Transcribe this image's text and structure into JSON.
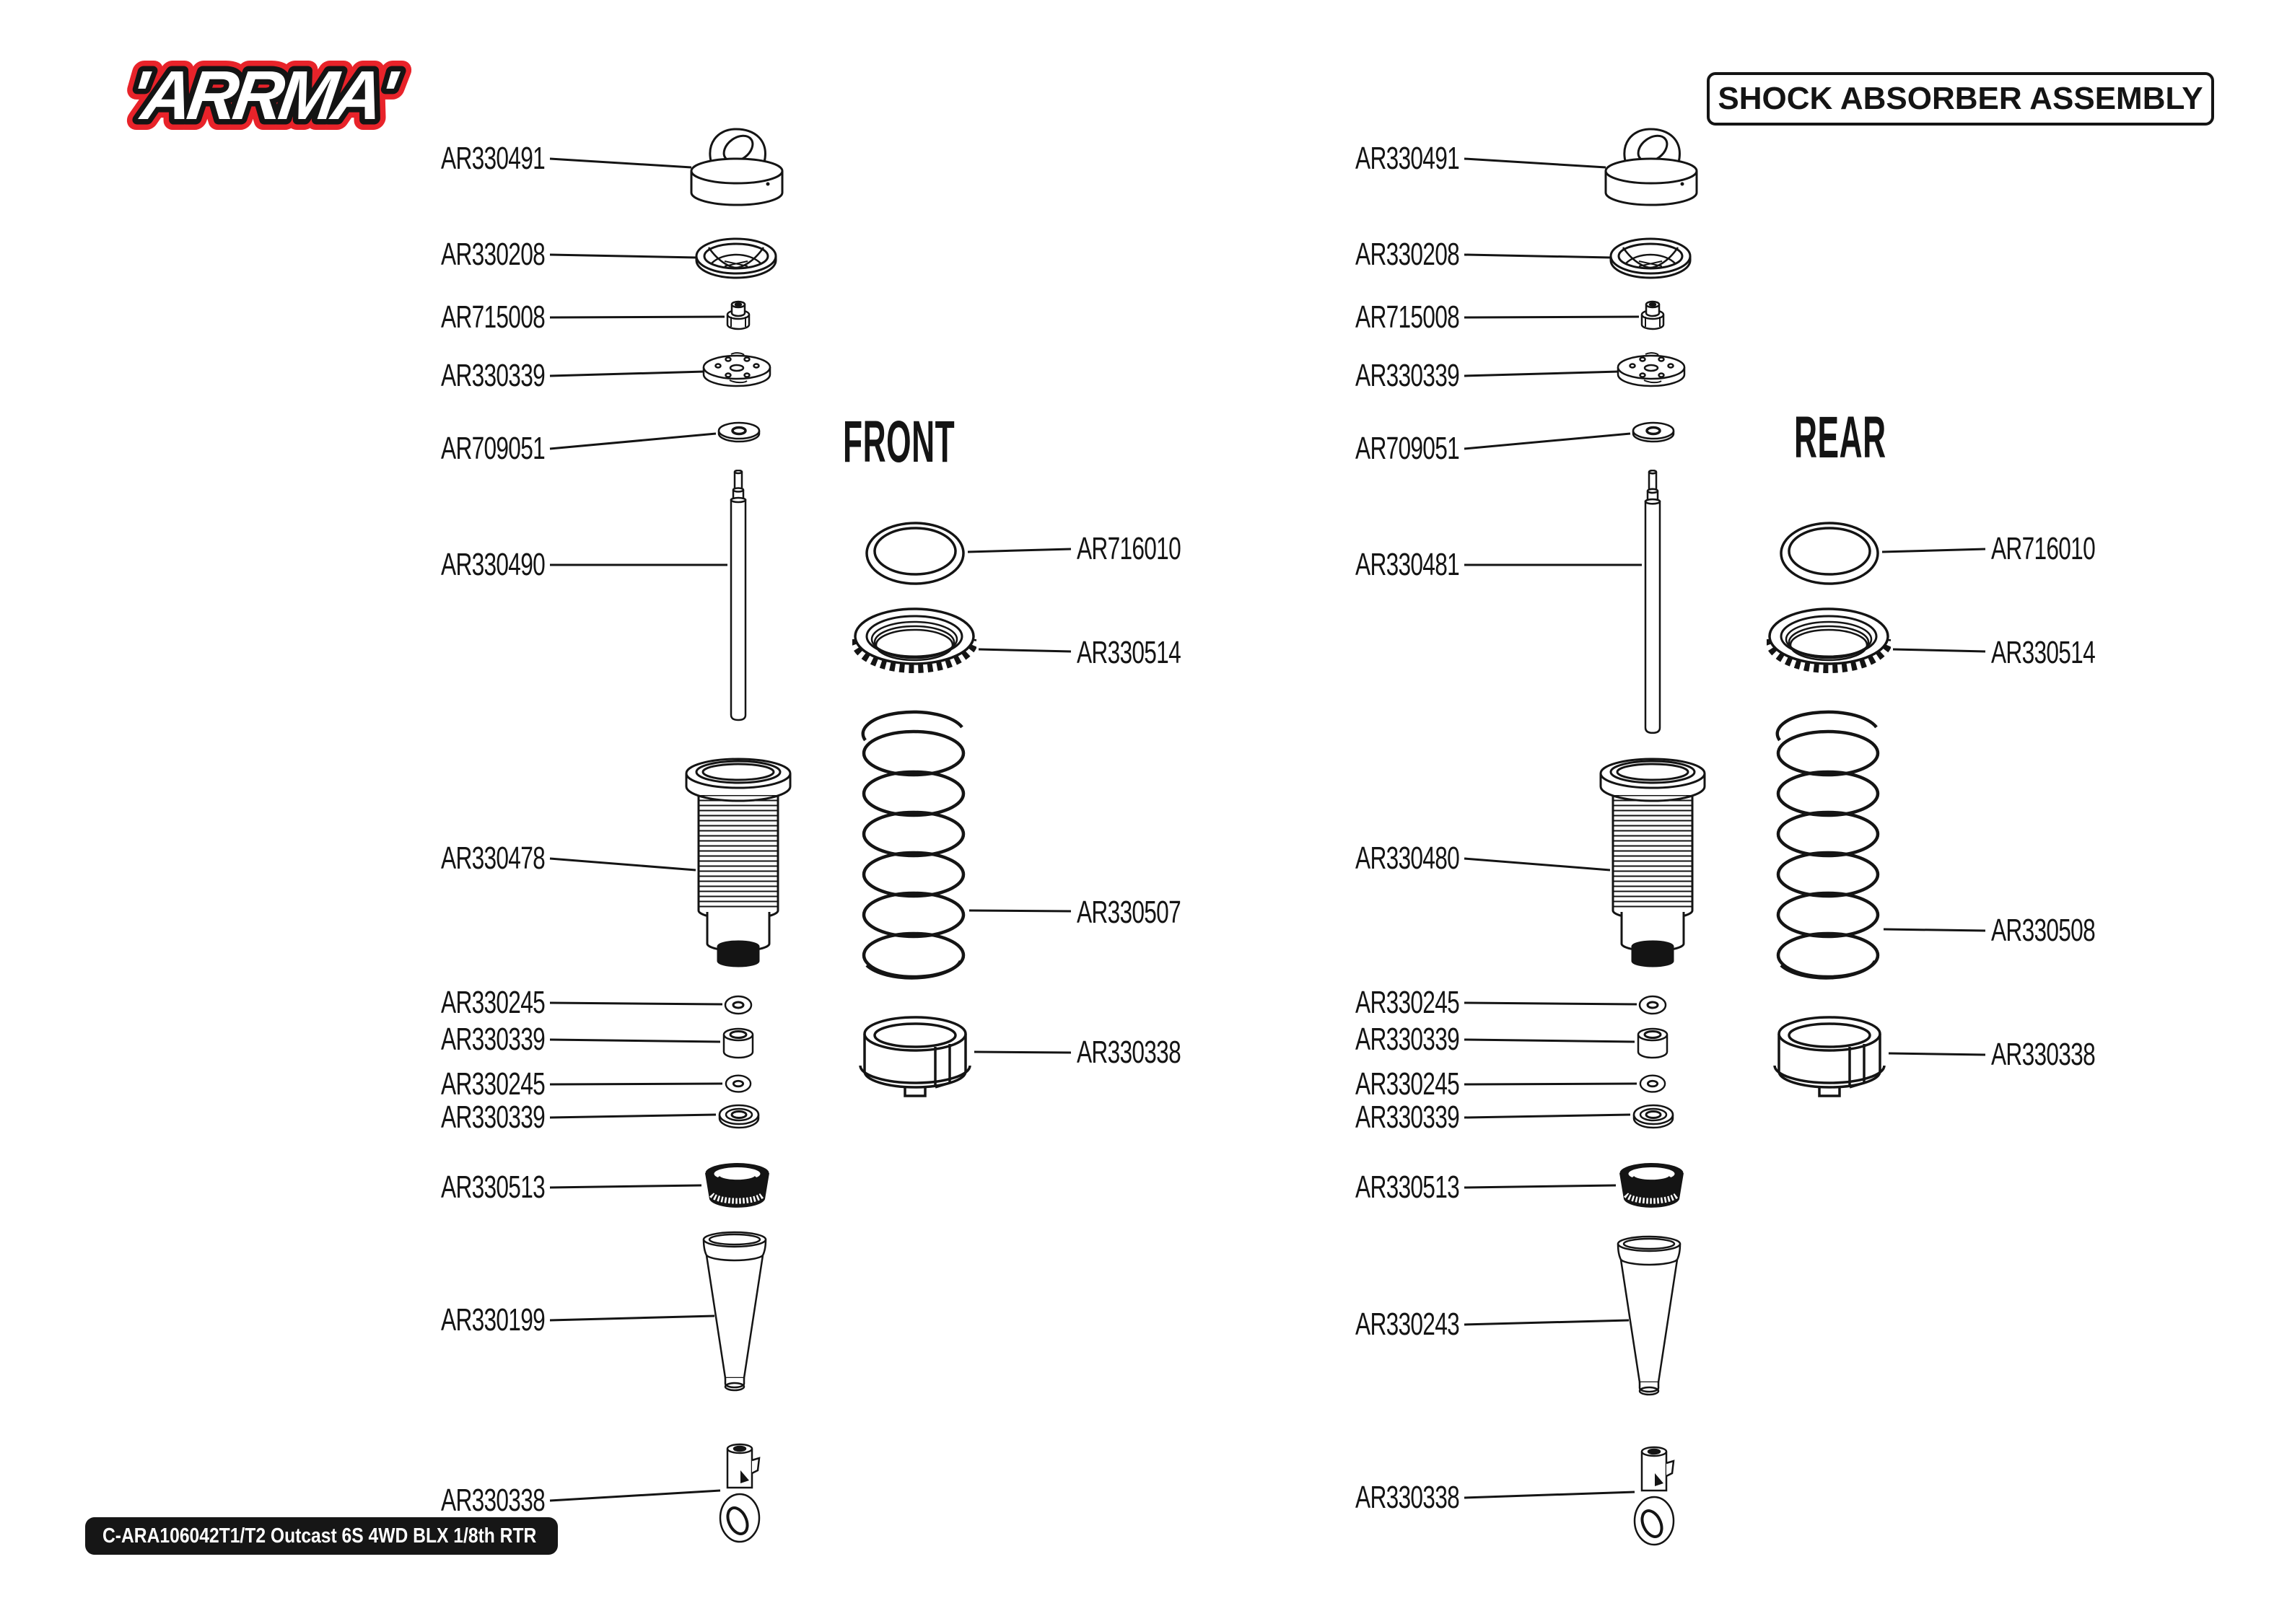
{
  "header": {
    "logo_text": "'ARRMA'",
    "title": "SHOCK ABSORBER ASSEMBLY"
  },
  "colors": {
    "ink": "#141414",
    "logo_red": "#e8232a",
    "badge_bg": "#161616"
  },
  "diagrams": {
    "front": {
      "title": "FRONT",
      "left": [
        "AR330491",
        "AR330208",
        "AR715008",
        "AR330339",
        "AR709051",
        "AR330490",
        "AR330478",
        "AR330245",
        "AR330339",
        "AR330245",
        "AR330339",
        "AR330513",
        "AR330199",
        "AR330338"
      ],
      "right": [
        "AR716010",
        "AR330514",
        "AR330507",
        "AR330338"
      ]
    },
    "rear": {
      "title": "REAR",
      "left": [
        "AR330491",
        "AR330208",
        "AR715008",
        "AR330339",
        "AR709051",
        "AR330481",
        "AR330480",
        "AR330245",
        "AR330339",
        "AR330245",
        "AR330339",
        "AR330513",
        "AR330243",
        "AR330338"
      ],
      "right": [
        "AR716010",
        "AR330514",
        "AR330508",
        "AR330338"
      ]
    }
  },
  "footer": {
    "model_badge": "C-ARA106042T1/T2 Outcast 6S 4WD BLX 1/8th RTR"
  }
}
